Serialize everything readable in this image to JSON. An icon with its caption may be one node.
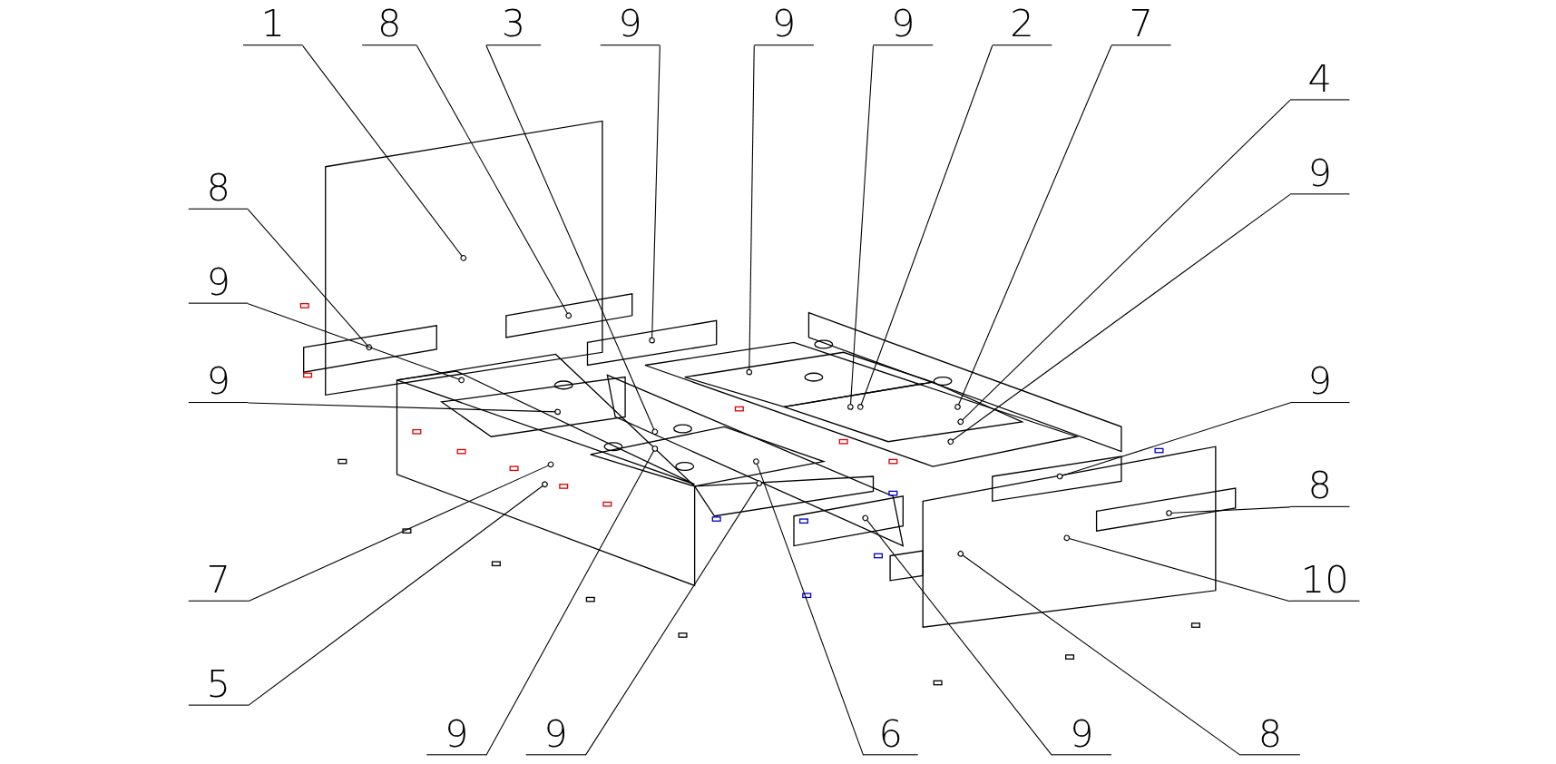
{
  "diagram": {
    "nodes": [
      {
        "text": [
          "1"
        ]
      },
      {
        "text": [
          "8"
        ]
      },
      {
        "text": [
          "3"
        ]
      },
      {
        "text": [
          "9"
        ]
      },
      {
        "text": [
          "9"
        ]
      },
      {
        "text": [
          "9"
        ]
      },
      {
        "text": [
          "2"
        ]
      },
      {
        "text": [
          "7"
        ]
      },
      {
        "text": [
          "4"
        ]
      },
      {
        "text": [
          "8"
        ]
      },
      {
        "text": [
          "9"
        ]
      },
      {
        "text": [
          "9"
        ]
      },
      {
        "text": [
          "9"
        ]
      },
      {
        "text": [
          "9"
        ]
      },
      {
        "text": [
          "8"
        ]
      },
      {
        "text": [
          "7"
        ]
      },
      {
        "text": [
          "10"
        ]
      },
      {
        "text": [
          "5"
        ]
      },
      {
        "text": [
          "9"
        ]
      },
      {
        "text": [
          "9"
        ]
      },
      {
        "text": [
          "6"
        ]
      },
      {
        "text": [
          "9"
        ]
      },
      {
        "text": [
          "8"
        ]
      }
    ],
    "edges": [
      {
        "from": 0,
        "to": null,
        "arrow": "other"
      },
      {
        "from": 1,
        "to": null,
        "arrow": "other"
      },
      {
        "from": 2,
        "to": null,
        "arrow": "other"
      },
      {
        "from": 3,
        "to": null,
        "arrow": "other"
      },
      {
        "from": 4,
        "to": null,
        "arrow": "other"
      },
      {
        "from": 5,
        "to": null,
        "arrow": "other"
      },
      {
        "from": 6,
        "to": null,
        "arrow": "other"
      },
      {
        "from": 7,
        "to": null,
        "arrow": "other"
      },
      {
        "from": 8,
        "to": null,
        "arrow": "other"
      },
      {
        "from": 9,
        "to": null,
        "arrow": "other"
      },
      {
        "from": 10,
        "to": null,
        "arrow": "other"
      },
      {
        "from": 11,
        "to": null,
        "arrow": "other"
      },
      {
        "from": 12,
        "to": null,
        "arrow": "other"
      },
      {
        "from": 13,
        "to": null,
        "arrow": "other"
      },
      {
        "from": 14,
        "to": null,
        "arrow": "other"
      },
      {
        "from": 15,
        "to": null,
        "arrow": "other"
      },
      {
        "from": 16,
        "to": null,
        "arrow": "other"
      },
      {
        "from": 17,
        "to": null,
        "arrow": "other"
      },
      {
        "from": 18,
        "to": null,
        "arrow": "other"
      },
      {
        "from": 19,
        "to": null,
        "arrow": "other"
      },
      {
        "from": 20,
        "to": null,
        "arrow": "other"
      },
      {
        "from": 21,
        "to": null,
        "arrow": "other"
      },
      {
        "from": 22,
        "to": null,
        "arrow": "other"
      }
    ]
  }
}
